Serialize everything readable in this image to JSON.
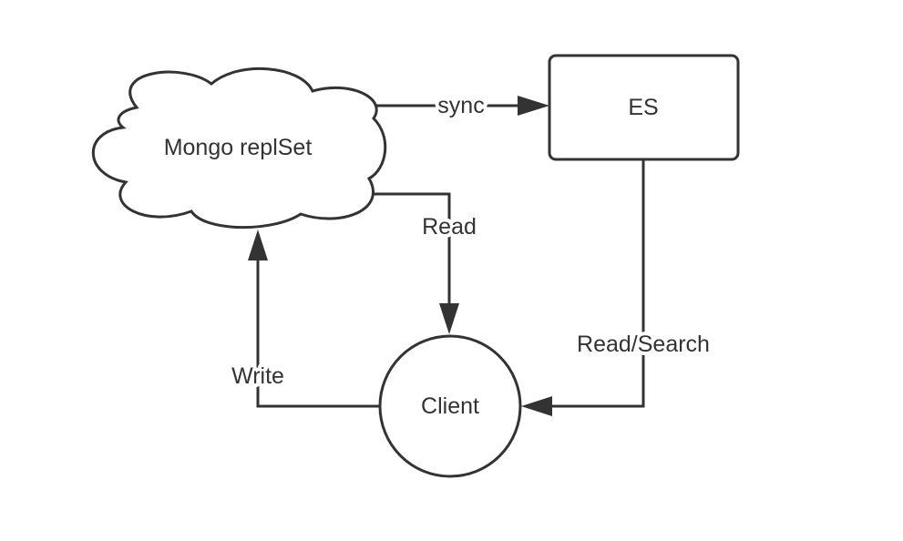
{
  "nodes": {
    "mongo": {
      "label": "Mongo replSet",
      "shape": "cloud"
    },
    "es": {
      "label": "ES",
      "shape": "rounded-rectangle"
    },
    "client": {
      "label": "Client",
      "shape": "circle"
    }
  },
  "edges": {
    "sync": {
      "label": "sync",
      "from": "mongo",
      "to": "es"
    },
    "read": {
      "label": "Read",
      "from": "mongo",
      "to": "client"
    },
    "read_search": {
      "label": "Read/Search",
      "from": "es",
      "to": "client"
    },
    "write": {
      "label": "Write",
      "from": "client",
      "to": "mongo"
    }
  },
  "colors": {
    "stroke": "#333333",
    "text": "#333333",
    "background": "#ffffff"
  }
}
